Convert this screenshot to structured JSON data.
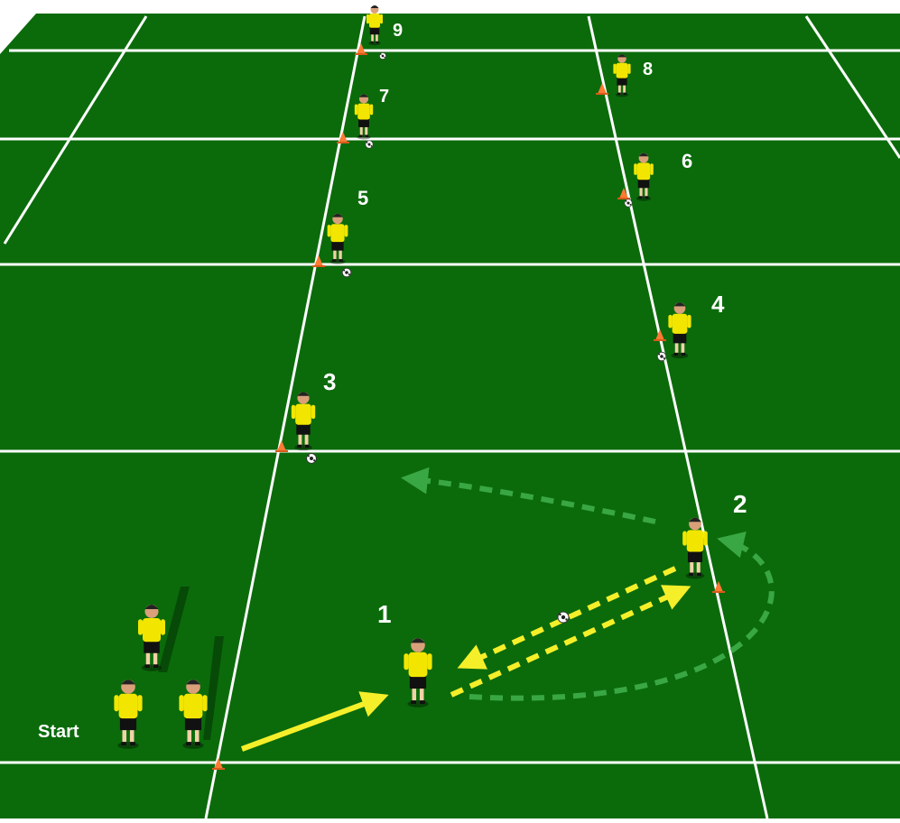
{
  "start_label": "Start",
  "player_numbers": [
    "1",
    "2",
    "3",
    "4",
    "5",
    "6",
    "7",
    "8",
    "9"
  ],
  "colors": {
    "field": "#0b6b0b",
    "field_dark": "#075607",
    "line": "#ffffff",
    "jersey": "#f2e600",
    "shorts": "#111111",
    "cone": "#ff7a33",
    "pass_arrow": "#f5ef2a",
    "run_arrow": "#3fae4a",
    "label": "#ffffff"
  }
}
